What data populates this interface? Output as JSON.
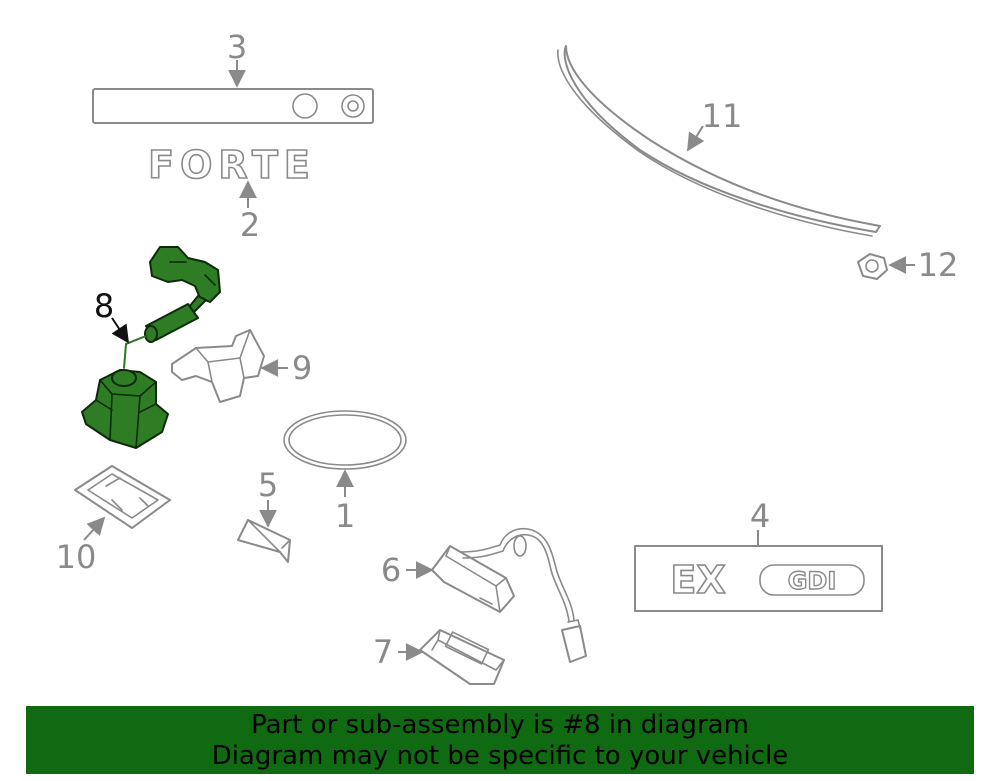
{
  "parts": {
    "p1": "1",
    "p2": "2",
    "p3": "3",
    "p4": "4",
    "p5": "5",
    "p6": "6",
    "p7": "7",
    "p8": "8",
    "p9": "9",
    "p10": "10",
    "p11": "11",
    "p12": "12"
  },
  "emblems": {
    "forte": "FORTE",
    "ex": "EX",
    "gdi": "GDI"
  },
  "highlight_part": "8",
  "colors": {
    "highlight_fill": "#2e7d25",
    "line_gray": "#8a8a8a",
    "banner_bg": "#0f6a12"
  },
  "banner": {
    "line1": "Part or sub-assembly is #8 in diagram",
    "line2": "Diagram may not be specific to your vehicle"
  }
}
